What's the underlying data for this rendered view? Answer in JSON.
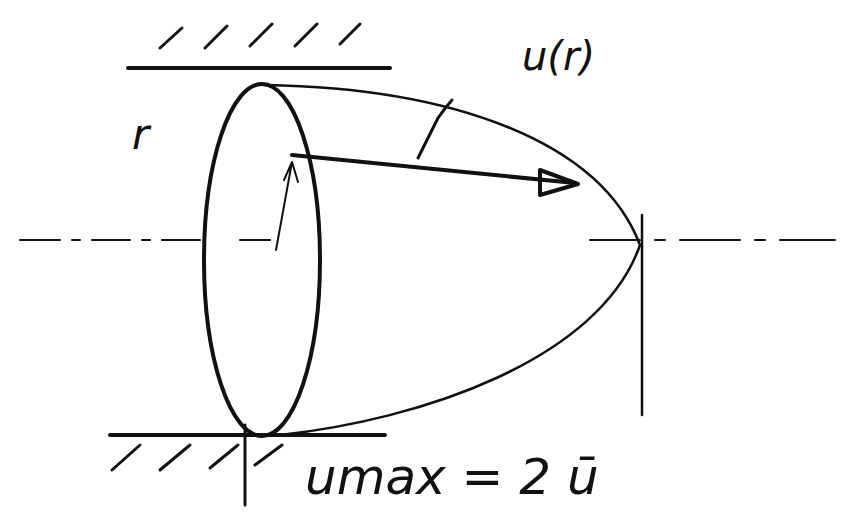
{
  "diagram": {
    "labels": [
      "r",
      "u(r)",
      "umax = 2 ū"
    ]
  }
}
